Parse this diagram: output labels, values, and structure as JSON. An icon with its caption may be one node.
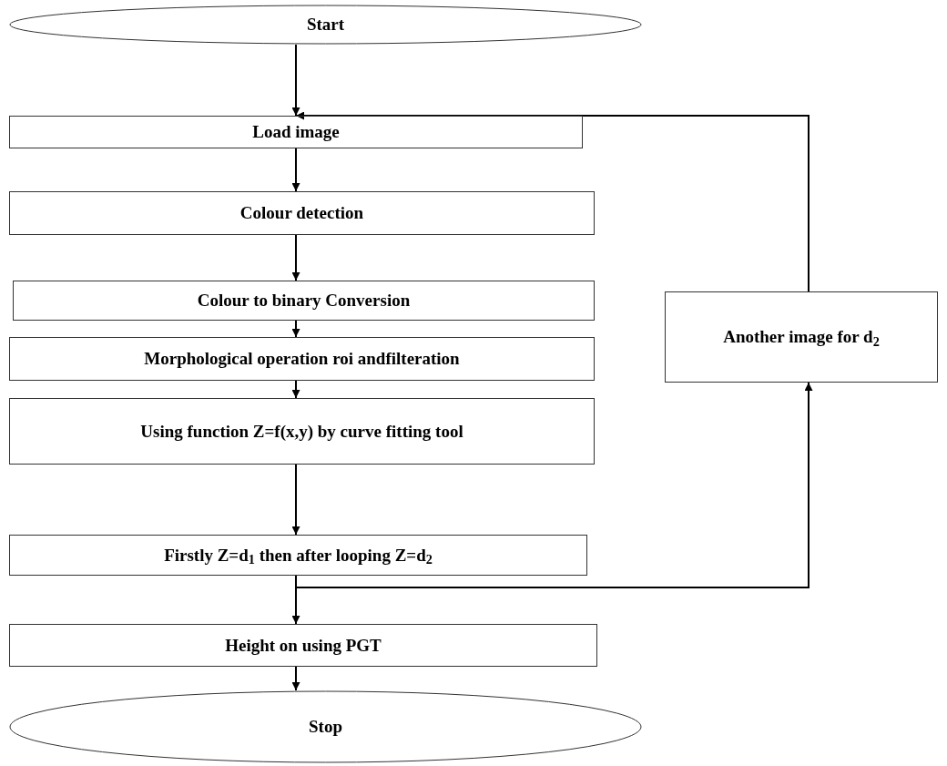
{
  "diagram": {
    "nodes": [
      {
        "text": [
          "Start"
        ]
      },
      {
        "text": [
          "Load image"
        ]
      },
      {
        "text": [
          "Colour detection"
        ]
      },
      {
        "text": [
          "Colour to binary Conversion"
        ]
      },
      {
        "text": [
          "Morphological operation roi andfilteration"
        ]
      },
      {
        "text": [
          "Using function Z=f(x,y) by curve fitting tool"
        ]
      },
      {
        "text": [
          "Firstly Z=d$_{1}$ then after looping Z=d$_{2}$"
        ]
      },
      {
        "text": [
          "Height on using PGT"
        ]
      },
      {
        "text": [
          "Stop"
        ]
      },
      {
        "text": [
          "Another image for d$_{2}$"
        ]
      }
    ],
    "edges": [
      {
        "from": 0,
        "to": 1,
        "arrow": "to"
      },
      {
        "from": 1,
        "to": 2,
        "arrow": "to"
      },
      {
        "from": 2,
        "to": 3,
        "arrow": "to"
      },
      {
        "from": 3,
        "to": 4,
        "arrow": "to"
      },
      {
        "from": 4,
        "to": 5,
        "arrow": "to"
      },
      {
        "from": 5,
        "to": 6,
        "arrow": "to"
      },
      {
        "from": 6,
        "to": 7,
        "arrow": "to"
      },
      {
        "from": 7,
        "to": 8,
        "arrow": "to"
      },
      {
        "from": 6,
        "to": 9,
        "arrow": "to"
      },
      {
        "from": 9,
        "to": 1,
        "arrow": "to"
      }
    ]
  }
}
